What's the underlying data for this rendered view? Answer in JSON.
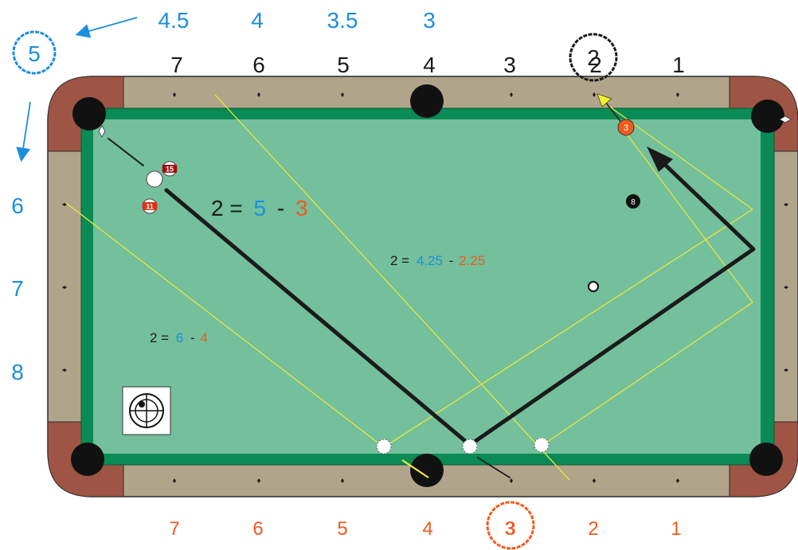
{
  "colors": {
    "blue": "#1a8fdc",
    "orange": "#ef5a1e",
    "black": "#1a1a1a",
    "felt": "#74bf9c",
    "cushion": "#0a8a55",
    "rail": "#b0a48a",
    "corner": "#9e5545",
    "aim_line": "#e8e83a"
  },
  "top_blue_numbers": [
    "4.5",
    "4",
    "3.5",
    "3"
  ],
  "top_black_numbers": [
    "7",
    "6",
    "5",
    "4",
    "3",
    "2",
    "1"
  ],
  "top_circled": "2",
  "bottom_orange_numbers": [
    "7",
    "6",
    "5",
    "4",
    "3",
    "2",
    "1"
  ],
  "bottom_circled": "3",
  "left_circled": "5",
  "left_blue_numbers": [
    "6",
    "7",
    "8"
  ],
  "formula_main": {
    "lhs": "2 =",
    "a": "5",
    "minus": "-",
    "b": "3"
  },
  "formula_mid": {
    "lhs": "2 =",
    "a": "4.25",
    "minus": "-",
    "b": "2.25"
  },
  "formula_left": {
    "lhs": "2 =",
    "a": "6",
    "minus": "-",
    "b": "4"
  },
  "balls": [
    {
      "id": "ball-3",
      "label": "3",
      "kind": "solid",
      "color": "#ef5a1e"
    },
    {
      "id": "ball-8",
      "label": "8",
      "kind": "solid",
      "color": "#111111"
    },
    {
      "id": "ball-15",
      "label": "15",
      "kind": "stripe",
      "color": "#a01010"
    },
    {
      "id": "ball-11",
      "label": "11",
      "kind": "stripe",
      "color": "#e0301a"
    }
  ],
  "icons": [
    "cue-tip-target-icon",
    "diamond-marker-icon"
  ]
}
